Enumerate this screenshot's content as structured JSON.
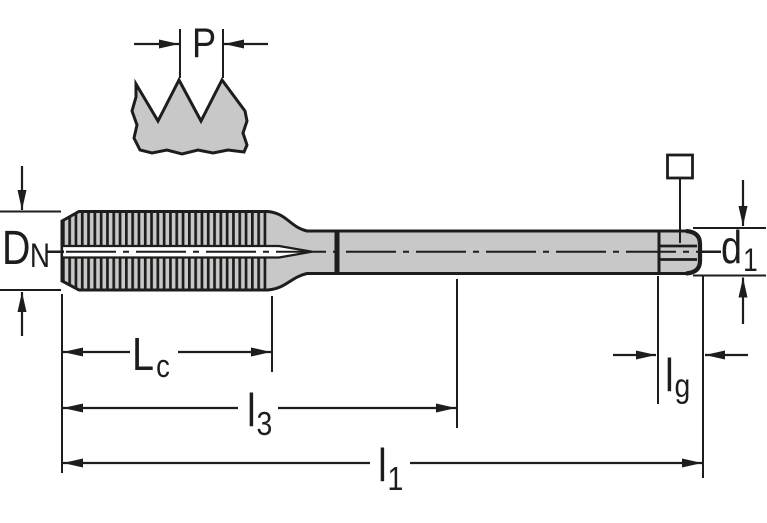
{
  "drawing": {
    "type": "tap-dimension-drawing",
    "labels": {
      "pitch": {
        "main": "P",
        "sub": ""
      },
      "nominal_diameter": {
        "main": "D",
        "sub": "N"
      },
      "shank_diameter": {
        "main": "d",
        "sub": "1"
      },
      "thread_length": {
        "main": "L",
        "sub": "c"
      },
      "length_l3": {
        "main": "l",
        "sub": "3"
      },
      "overall_length": {
        "main": "l",
        "sub": "1"
      },
      "square_length": {
        "main": "l",
        "sub": "g"
      }
    },
    "colors": {
      "ink": "#1d1d1b",
      "body_fill": "#c8c8c8",
      "background": "#ffffff"
    }
  }
}
